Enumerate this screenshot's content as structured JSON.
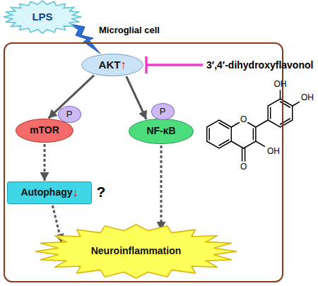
{
  "diagram": {
    "nodes": [
      {
        "text": [
          "LPS"
        ]
      },
      {
        "text": [
          "Microglial cell"
        ]
      },
      {
        "text": [
          "AKT",
          "↑"
        ],
        "in": 1
      },
      {
        "text": [
          "P"
        ],
        "in": 1
      },
      {
        "text": [
          "mTOR"
        ],
        "in": 1
      },
      {
        "text": [
          "P"
        ],
        "in": 1
      },
      {
        "text": [
          "NF-κB"
        ],
        "in": 1
      },
      {
        "text": [
          "Autophagy",
          "↓"
        ],
        "in": 1
      },
      {
        "text": [
          "Neuroinflammation"
        ],
        "in": 1
      }
    ],
    "edges": [
      {
        "from": 2,
        "to": 4,
        "arrow": "to"
      },
      {
        "from": 2,
        "to": 6,
        "arrow": "to"
      },
      {
        "from": 4,
        "to": 7,
        "arrow": "to"
      },
      {
        "from": 7,
        "to": 8,
        "arrow": "to"
      },
      {
        "from": 6,
        "to": 8,
        "arrow": "to"
      }
    ],
    "labels": [
      "3′,4′-dihydroxyflavonol",
      "OH",
      "OH",
      "O",
      "OH",
      "O",
      "?"
    ]
  }
}
